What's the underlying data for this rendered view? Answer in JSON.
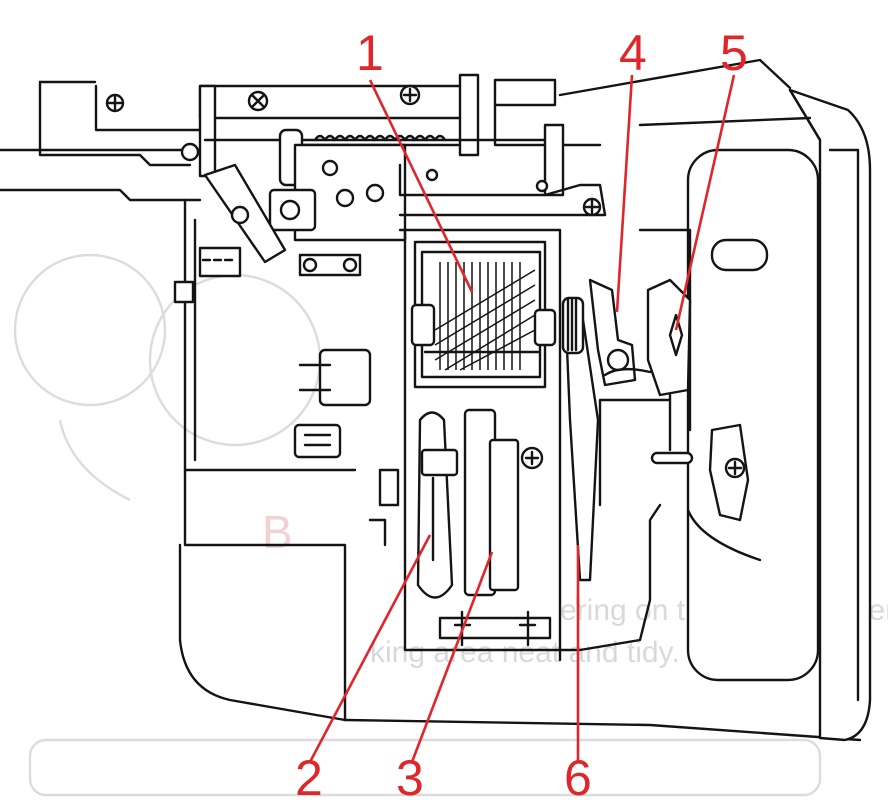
{
  "callouts": [
    {
      "number": "1"
    },
    {
      "number": "2"
    },
    {
      "number": "3"
    },
    {
      "number": "4"
    },
    {
      "number": "5"
    },
    {
      "number": "6"
    }
  ],
  "background_print": {
    "line1": "ering on the thread cutter. It catches the c",
    "line2": "king area neat and tidy.",
    "letter": "B"
  },
  "colors": {
    "callout": "#e0262b",
    "line_art": "#141414",
    "background_print": "#d9d9d9"
  }
}
